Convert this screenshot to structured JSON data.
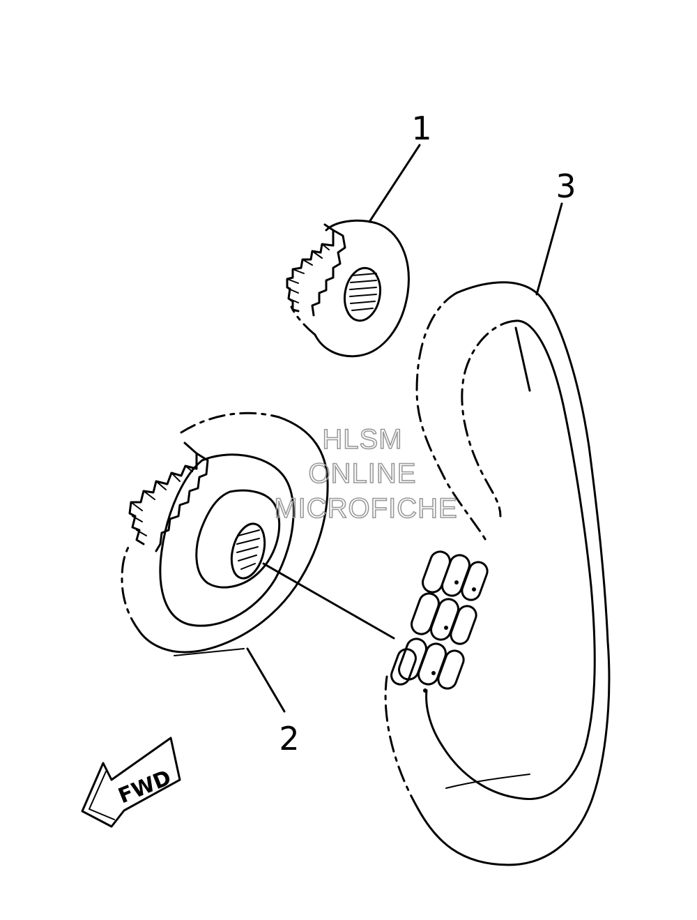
{
  "callouts": {
    "part1": "1",
    "part2": "2",
    "part3": "3"
  },
  "watermark": {
    "line1": "HLSM",
    "line2": "ONLINE",
    "line3": "MICROFICHE"
  },
  "direction_arrow": {
    "label": "FWD"
  },
  "colors": {
    "ink": "#000000",
    "watermark": "#999999",
    "background": "#ffffff"
  }
}
